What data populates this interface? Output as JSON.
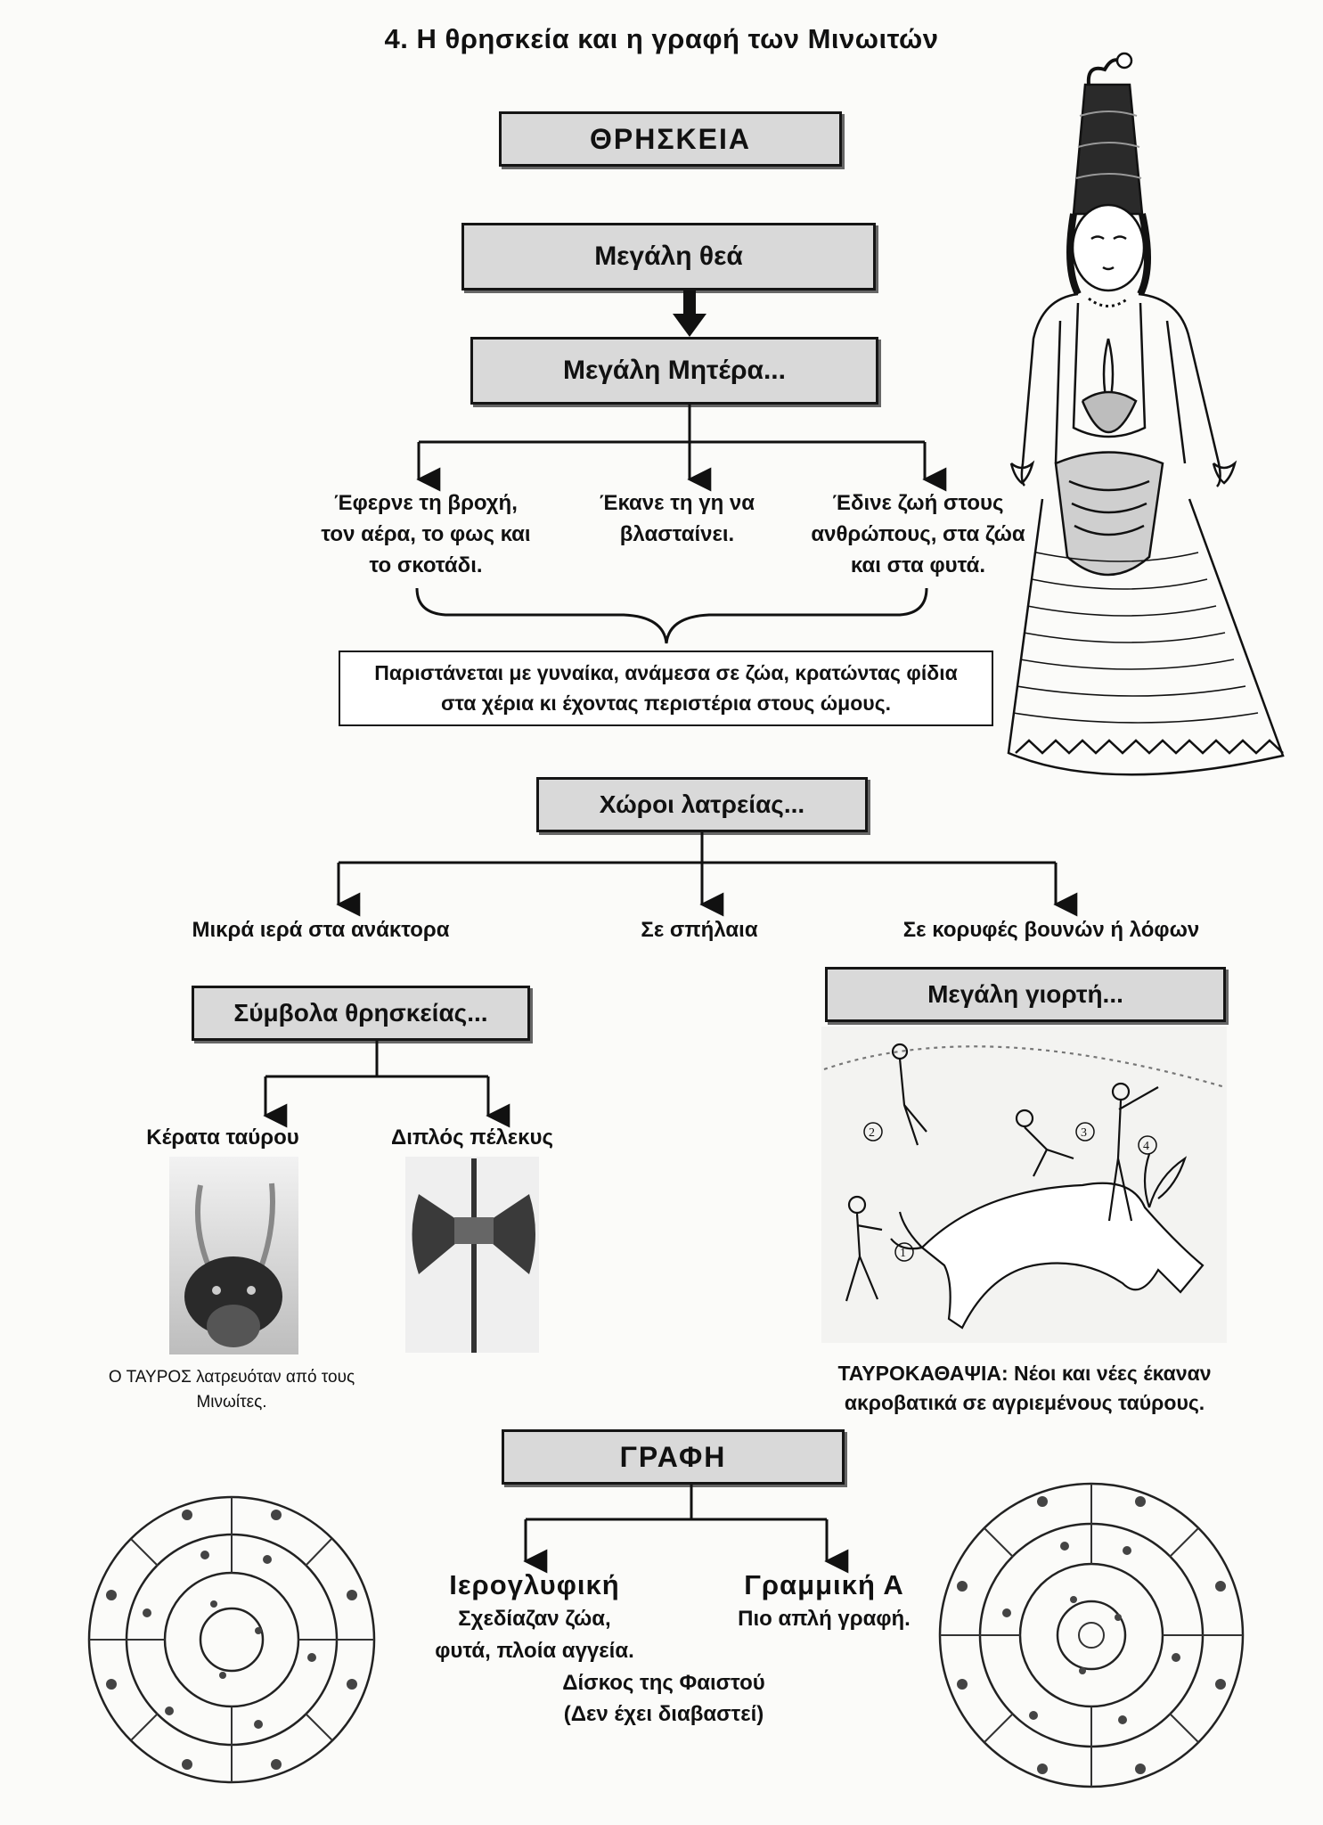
{
  "title": "4.  Η θρησκεία και η γραφή των Μινωιτών",
  "religion": {
    "header": "ΘΡΗΣΚΕΙΑ",
    "goddess": "Μεγάλη θεά",
    "mother": "Μεγάλη Μητέρα...",
    "roles": [
      "Έφερνε τη βροχή, τον αέρα, το φως και το σκοτάδι.",
      "Έκανε τη γη να βλασταίνει.",
      "Έδινε ζωή στους ανθρώπους, στα ζώα και στα φυτά."
    ],
    "depiction": "Παριστάνεται με γυναίκα, ανάμεσα σε ζώα,  κρατώντας φίδια στα χέρια κι έχοντας περιστέρια στους ώμους."
  },
  "worship": {
    "header": "Χώροι λατρείας...",
    "places": [
      "Μικρά ιερά στα ανάκτορα",
      "Σε σπήλαια",
      "Σε κορυφές βουνών ή λόφων"
    ]
  },
  "symbols": {
    "header": "Σύμβολα θρησκείας...",
    "items": [
      "Κέρατα ταύρου",
      "Διπλός πέλεκυς"
    ],
    "bull_caption_1": "Ο ΤΑΥΡΟΣ  λατρευόταν από τους",
    "bull_caption_2": "Μινωίτες."
  },
  "festival": {
    "header": "Μεγάλη γιορτή...",
    "figure_labels": [
      "1",
      "2",
      "3",
      "4"
    ],
    "caption_1": "ΤΑΥΡΟΚΑΘΑΨΙΑ: Νέοι και νέες έκαναν",
    "caption_2": "ακροβατικά σε αγριεμένους ταύρους."
  },
  "writing": {
    "header": "ΓΡΑΦΗ",
    "hieroglyphic": {
      "name": "Ιερογλυφική",
      "line1": "Σχεδίαζαν ζώα,",
      "line2": "φυτά, πλοία αγγεία."
    },
    "linear_a": {
      "name": "Γραμμική Α",
      "line1": "Πιο απλή γραφή."
    },
    "disc_1": "Δίσκος της Φαιστού",
    "disc_2": "(Δεν έχει διαβαστεί)"
  }
}
